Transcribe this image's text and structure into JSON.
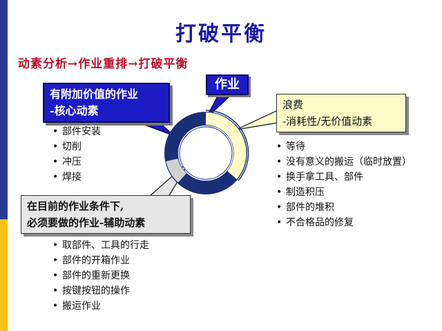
{
  "title": "打破平衡",
  "subtitle": {
    "part1": "动素分析",
    "part2": "作业重排",
    "part3": "打破平衡",
    "arrow": "→"
  },
  "center_label": "作业",
  "core": {
    "line1": "有附加价值的作业",
    "line2": "-核心动素",
    "items": [
      "部件安装",
      "切削",
      "冲压",
      "焊接"
    ]
  },
  "waste": {
    "line1": "浪费",
    "line2": "-消耗性/无价值动素",
    "items": [
      "等待",
      "没有意义的搬运（临时放置）",
      "换手拿工具、部件",
      "制造积压",
      "部件的堆积",
      "不合格品的修复"
    ]
  },
  "aux": {
    "line1": "在目前的作业条件下,",
    "line2": "必须要做的作业-辅助动素",
    "items": [
      "取部件、工具的行走",
      "部件的开箱作业",
      "部件的重新更换",
      "按键按钮的操作",
      "搬运作业"
    ]
  },
  "colors": {
    "core_blue": "#1c1cc4",
    "ring_navy": "#1b2f78",
    "waste_yellow": "#fefbc8",
    "aux_gray": "#e6e6e6",
    "sidebar_top": "#2b3b8e",
    "sidebar_bottom": "#f2c419",
    "subtitle_red": "#b8102a"
  }
}
